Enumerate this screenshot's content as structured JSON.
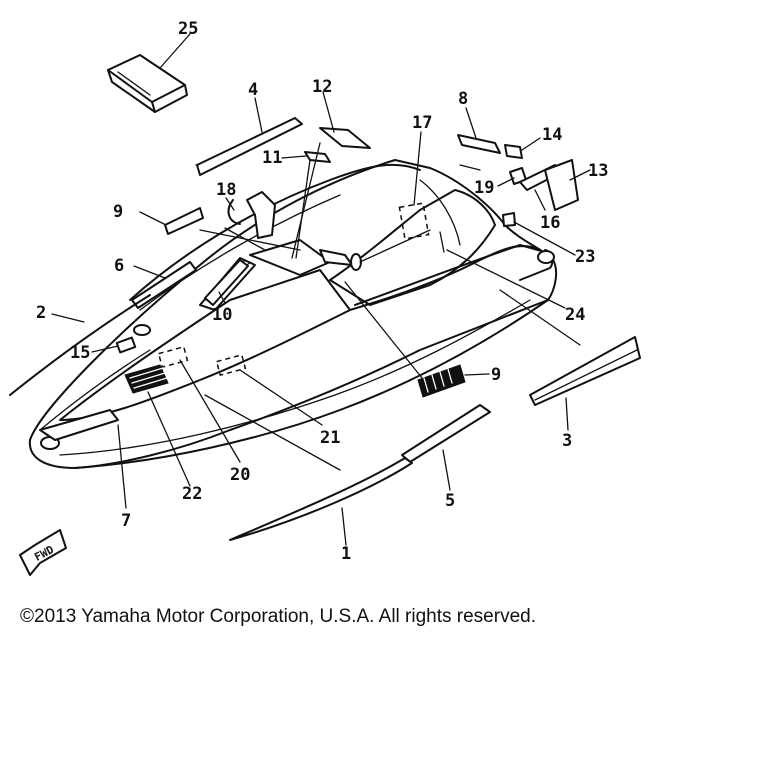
{
  "diagram": {
    "callouts": [
      "25",
      "4",
      "12",
      "8",
      "14",
      "17",
      "11",
      "13",
      "18",
      "19",
      "9",
      "16",
      "23",
      "6",
      "24",
      "2",
      "10",
      "15",
      "9",
      "21",
      "3",
      "20",
      "22",
      "5",
      "7",
      "1"
    ],
    "fwd_marker": "FWD"
  },
  "footer": {
    "copyright": "©2013 Yamaha Motor Corporation, U.S.A. All rights reserved."
  }
}
